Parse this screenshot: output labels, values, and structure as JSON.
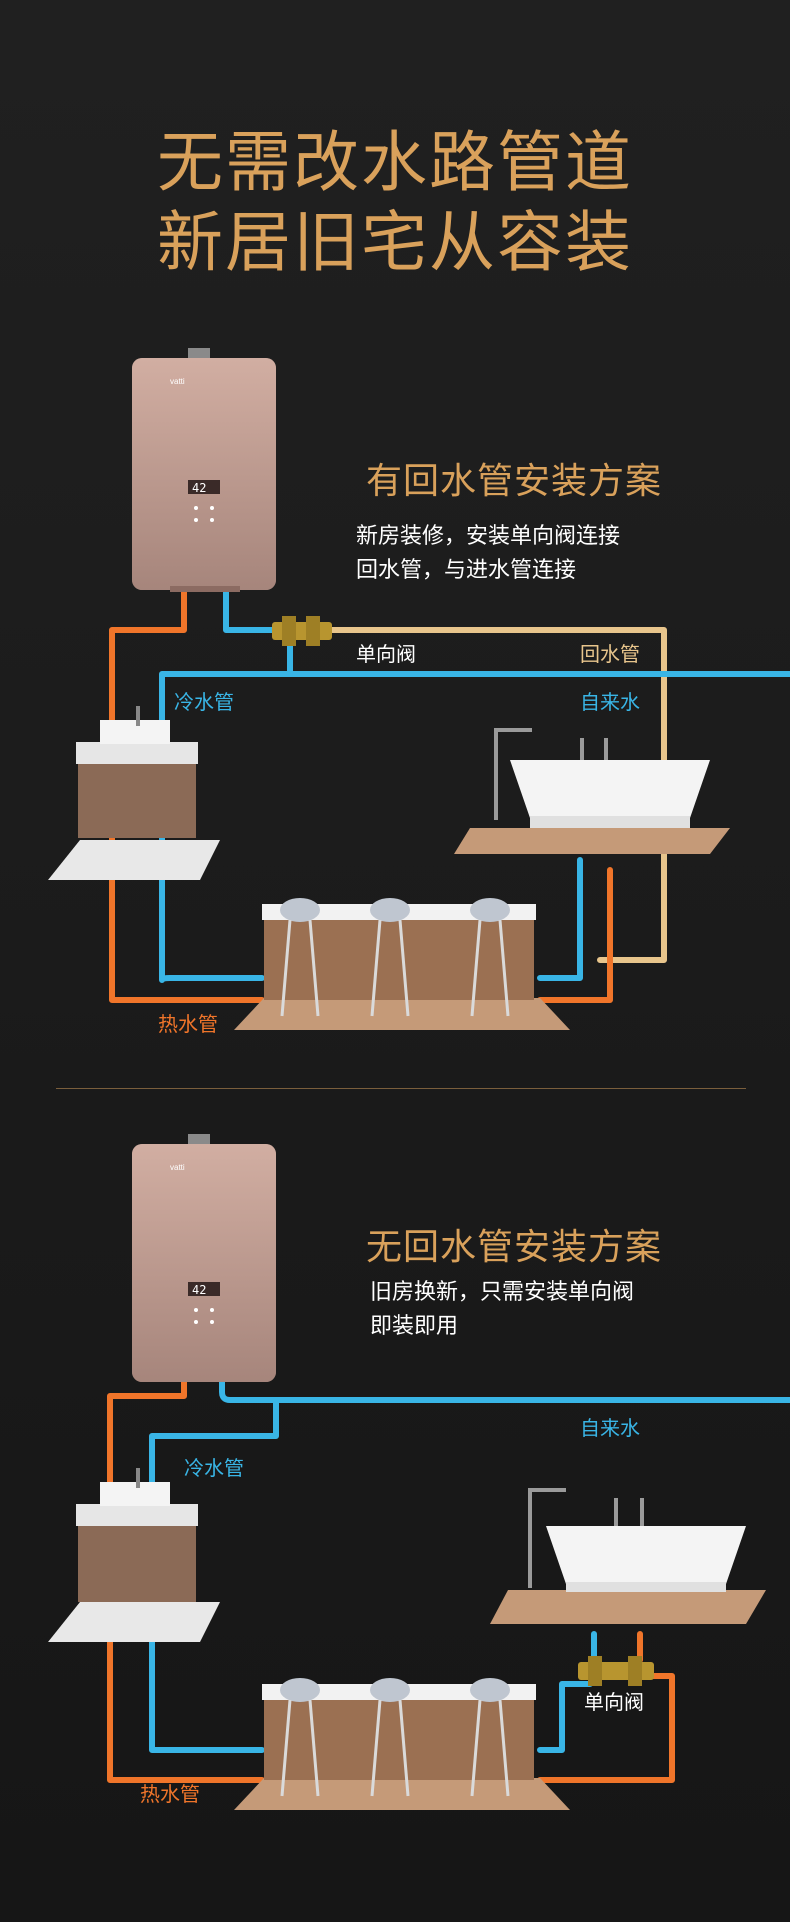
{
  "hero": {
    "line1": "无需改水路管道",
    "line2": "新居旧宅从容装"
  },
  "section1": {
    "title": "有回水管安装方案",
    "description": "新房装修，安装单向阀连接\n回水管，与进水管连接",
    "labels": {
      "valve": "单向阀",
      "return_pipe": "回水管",
      "cold_pipe": "冷水管",
      "tap_water": "自来水",
      "hot_pipe": "热水管"
    }
  },
  "section2": {
    "title": "无回水管安装方案",
    "description": "旧房换新，只需安装单向阀\n即装即用",
    "labels": {
      "cold_pipe": "冷水管",
      "tap_water": "自来水",
      "valve": "单向阀",
      "hot_pipe": "热水管"
    }
  },
  "heater": {
    "brand": "vatti",
    "display": "42"
  },
  "colors": {
    "accent": "#d9a15b",
    "cold": "#39b5e6",
    "hot": "#f0752a",
    "return": "#e8c58c",
    "background": "#1b1b1b"
  }
}
